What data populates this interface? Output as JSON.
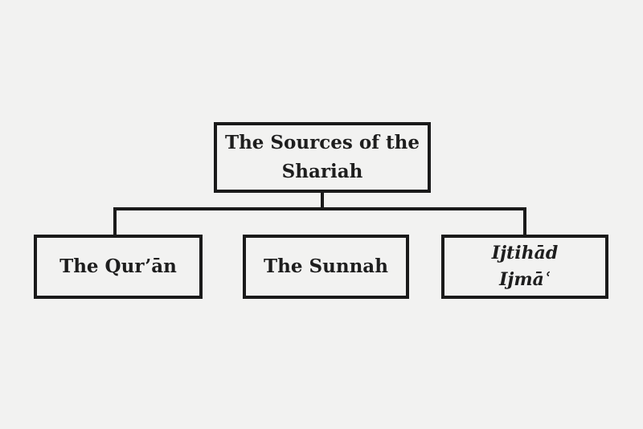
{
  "colors": {
    "background": "#f2f2f1",
    "line": "#1a1a1a",
    "text": "#1e1e1e"
  },
  "nodes": {
    "root": {
      "line1": "The Sources of the",
      "line2": "Shariah"
    },
    "quran": {
      "label": "The Qur’ān"
    },
    "sunnah": {
      "label": "The Sunnah"
    },
    "ijtihad": {
      "line1": "Ijtihād",
      "line2": "Ijmāʿ"
    }
  }
}
